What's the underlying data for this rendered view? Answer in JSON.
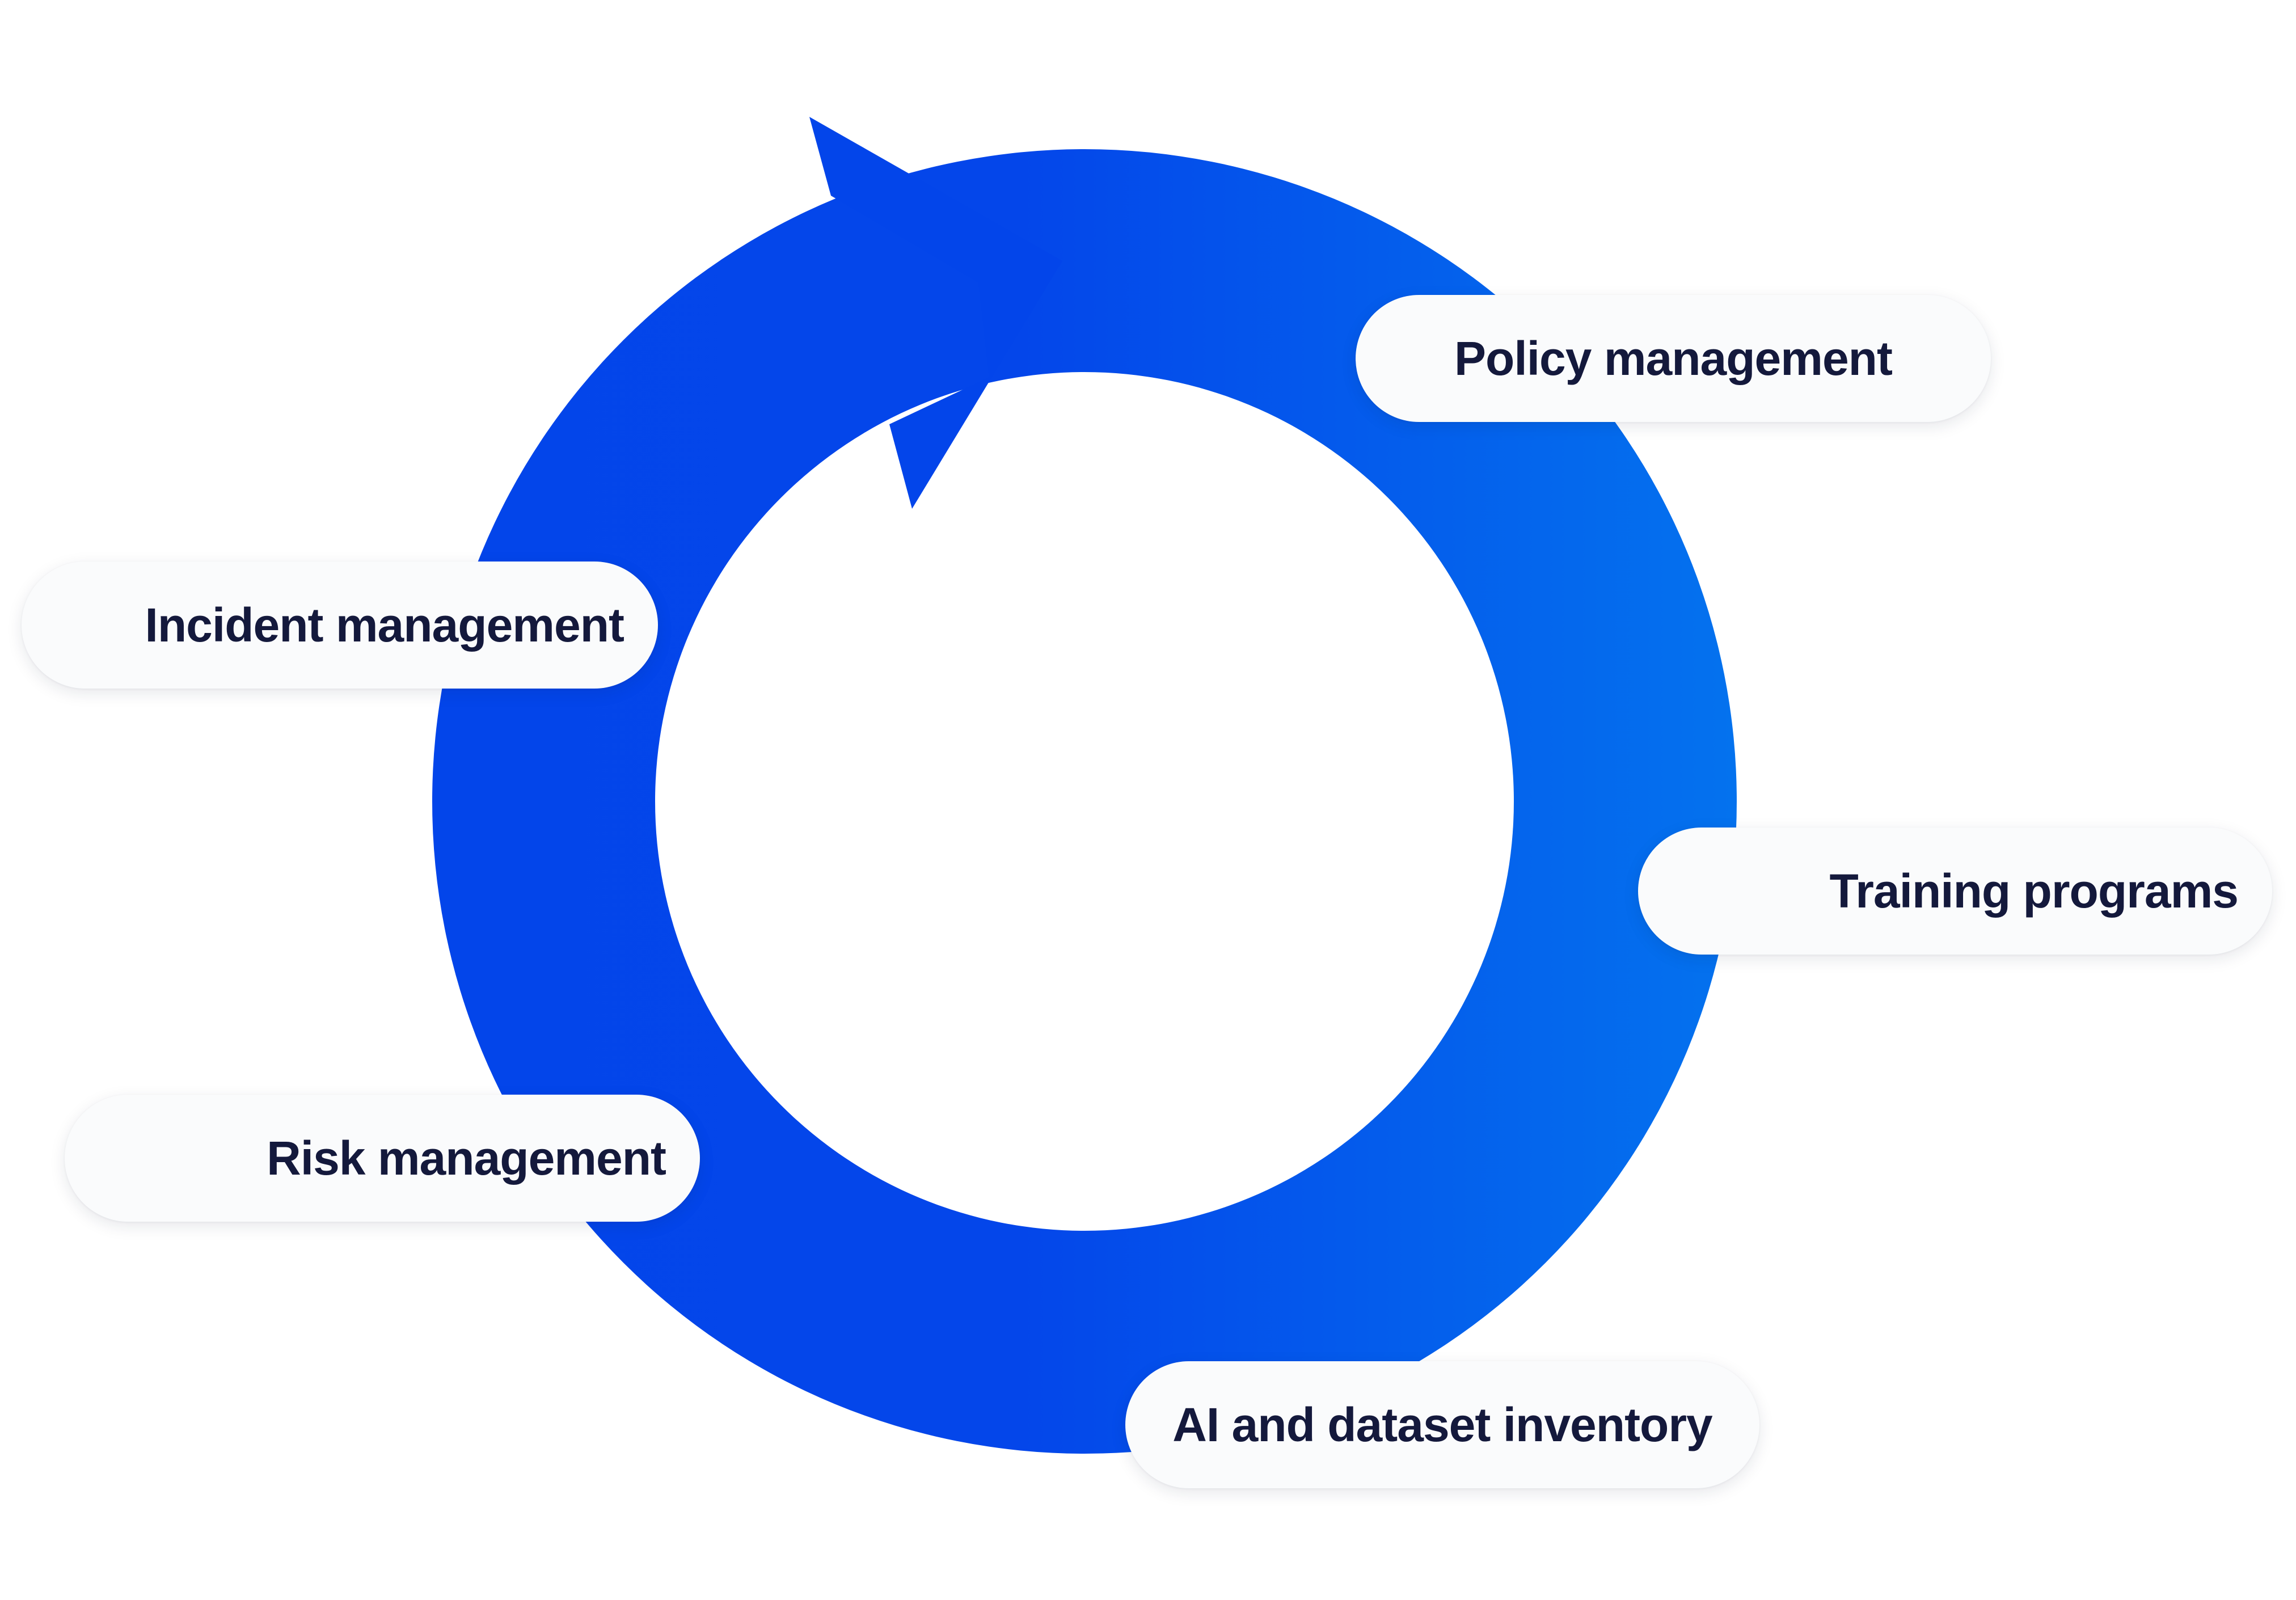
{
  "diagram": {
    "type": "cycle",
    "colors": {
      "ring_start": "#0345ea",
      "ring_end": "#0472ee",
      "arrow": "#0345ea",
      "pill_background": "#fafbfc",
      "label_text": "#14193c"
    },
    "stages": [
      {
        "id": "policy",
        "label": "Policy management"
      },
      {
        "id": "training",
        "label": "Training programs"
      },
      {
        "id": "inventory",
        "label": "AI and dataset inventory"
      },
      {
        "id": "risk",
        "label": "Risk management"
      },
      {
        "id": "incident",
        "label": "Incident management"
      }
    ]
  }
}
